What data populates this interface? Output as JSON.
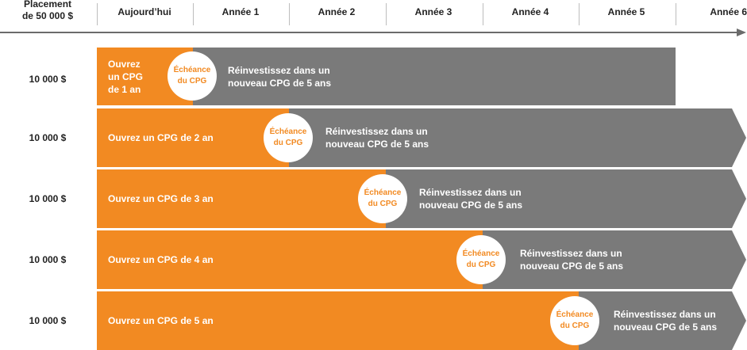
{
  "colors": {
    "orange": "#f28a22",
    "gray": "#7a7a7a",
    "circle_text": "#f28a22"
  },
  "header": {
    "first_line1": "Placement",
    "first_line2": "de 50 000 $",
    "columns": [
      "Aujourd’hui",
      "Année 1",
      "Année 2",
      "Année 3",
      "Année 4",
      "Année 5",
      "Année 6"
    ]
  },
  "rows": [
    {
      "amount": "10 000 $",
      "open_lines": [
        "Ouvrez",
        "un CPG",
        "de 1 an"
      ],
      "maturity": [
        "Échéance",
        "du CPG"
      ],
      "reinvest": [
        "Réinvestissez dans un",
        "nouveau CPG de 5 ans"
      ]
    },
    {
      "amount": "10 000 $",
      "open_lines": [
        "Ouvrez un CPG de 2 an"
      ],
      "maturity": [
        "Échéance",
        "du CPG"
      ],
      "reinvest": [
        "Réinvestissez dans un",
        "nouveau CPG de 5 ans"
      ]
    },
    {
      "amount": "10 000 $",
      "open_lines": [
        "Ouvrez un CPG de 3 an"
      ],
      "maturity": [
        "Échéance",
        "du CPG"
      ],
      "reinvest": [
        "Réinvestissez dans un",
        "nouveau CPG de 5 ans"
      ]
    },
    {
      "amount": "10 000 $",
      "open_lines": [
        "Ouvrez un CPG de 4 an"
      ],
      "maturity": [
        "Échéance",
        "du CPG"
      ],
      "reinvest": [
        "Réinvestissez dans un",
        "nouveau CPG de 5 ans"
      ]
    },
    {
      "amount": "10 000 $",
      "open_lines": [
        "Ouvrez un CPG de 5 an"
      ],
      "maturity": [
        "Échéance",
        "du CPG"
      ],
      "reinvest": [
        "Réinvestissez dans un",
        "nouveau CPG de 5 ans"
      ]
    }
  ]
}
